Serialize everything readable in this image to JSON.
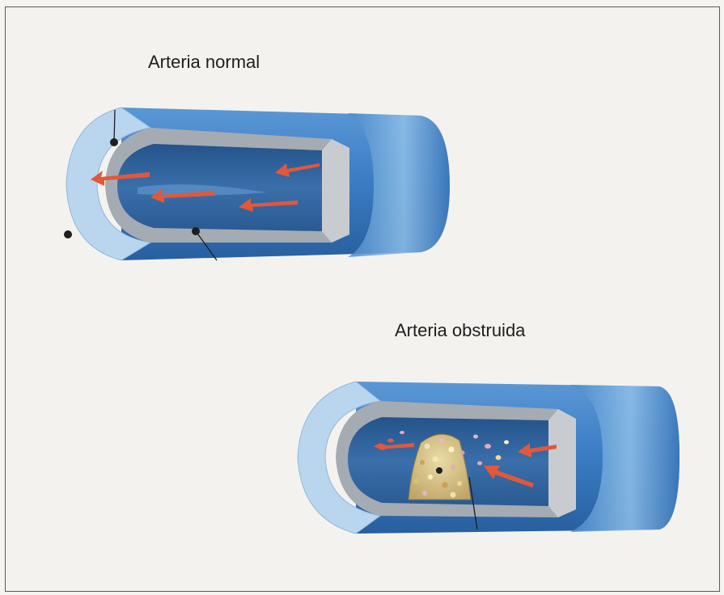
{
  "labels": {
    "normal": "Arteria normal",
    "obstructed": "Arteria obstruida"
  },
  "colors": {
    "outer_wall": "#3f7fc4",
    "wall_cut_face": "#b9d6ee",
    "middle_layer": "#9ea4ab",
    "lumen": "#2f5f9a",
    "blood_flow_arrow": "#e2583b",
    "plaque": "#d8c48a",
    "frame_border": "#5a5a5a"
  },
  "diagram": {
    "panels": [
      "normal-artery",
      "obstructed-artery"
    ],
    "flow_direction": "right-to-left"
  }
}
